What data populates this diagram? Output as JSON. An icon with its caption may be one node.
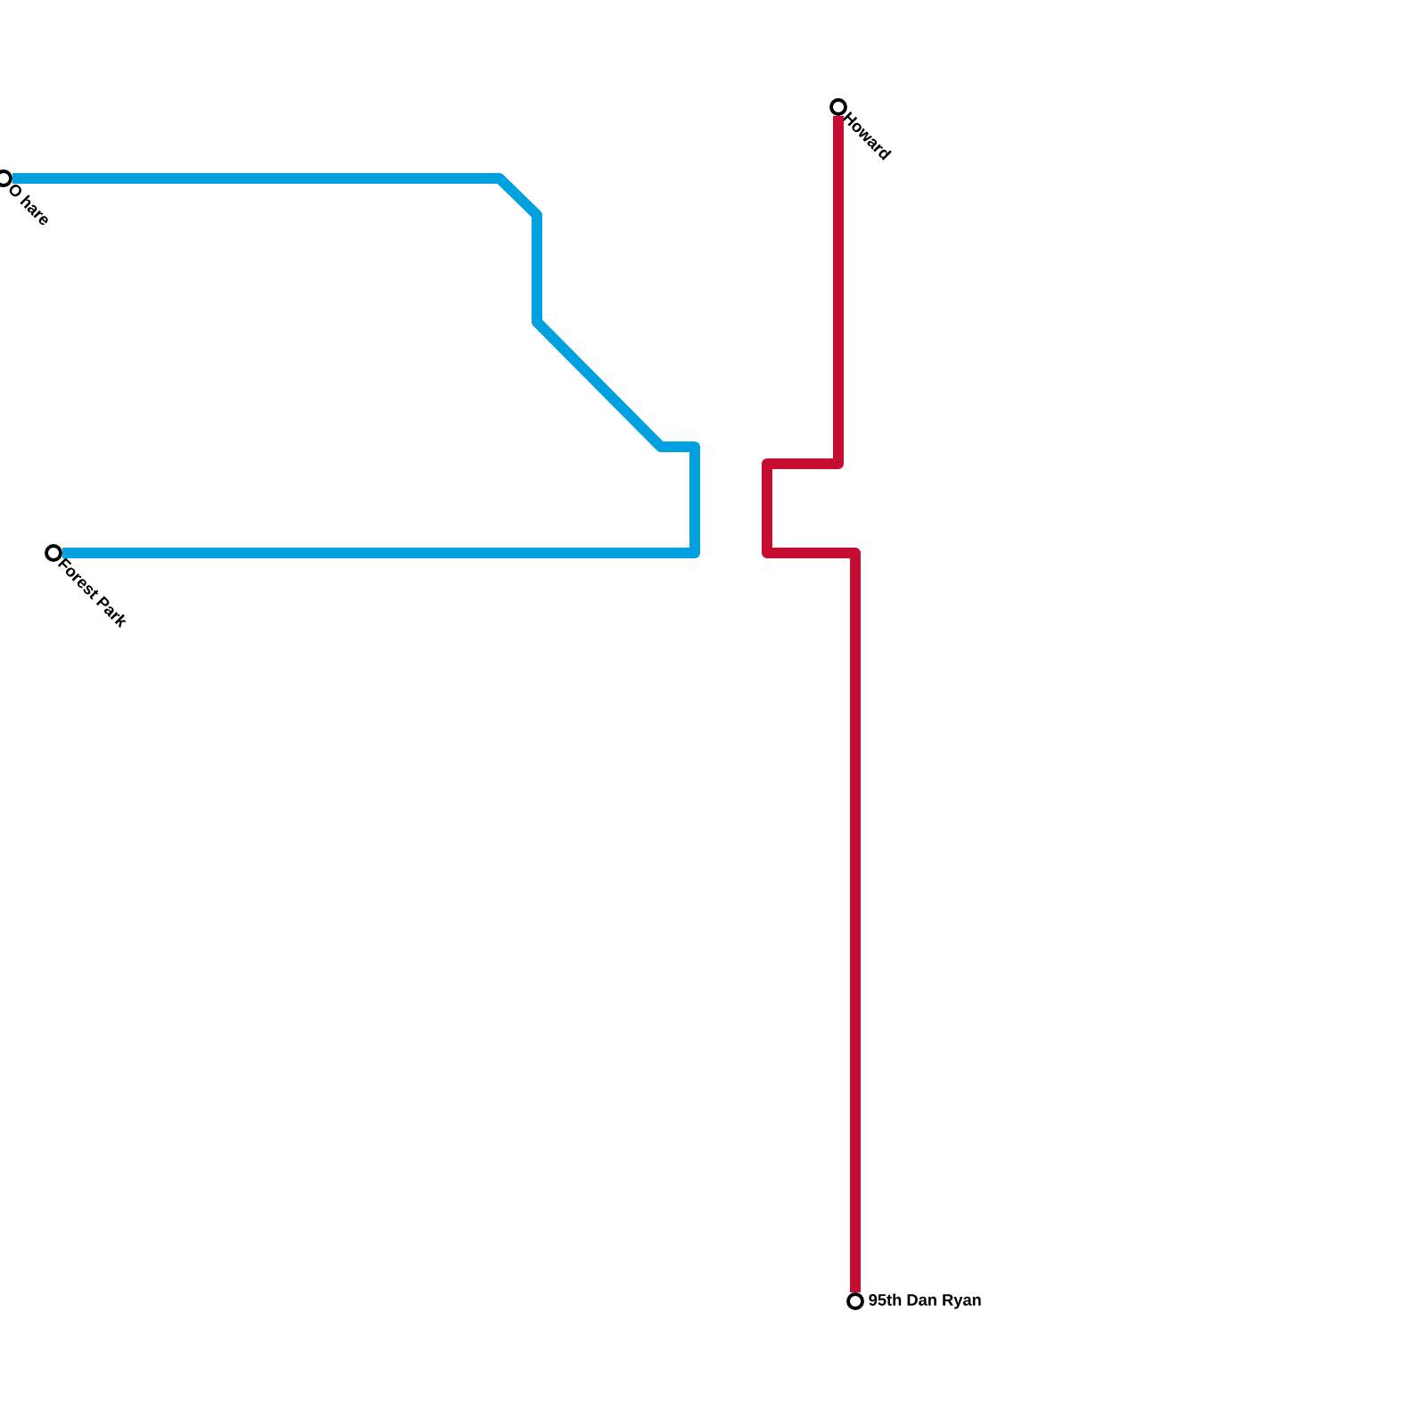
{
  "diagram": {
    "nodes": [
      {
        "text": [],
        "shape": "circle",
        "beside": [
          "O hare"
        ]
      },
      {
        "text": [],
        "shape": "circle",
        "beside": [
          "Forest Park"
        ]
      },
      {
        "text": [],
        "shape": "circle",
        "beside": [
          "Howard"
        ]
      },
      {
        "text": [],
        "shape": "circle",
        "beside": [
          "95th Dan Ryan"
        ]
      }
    ],
    "edges": [
      {
        "from": 0,
        "to": 1,
        "arrow": "none",
        "color": "#00a1de"
      },
      {
        "from": 2,
        "to": 3,
        "arrow": "none",
        "color": "#c60c30"
      }
    ]
  }
}
